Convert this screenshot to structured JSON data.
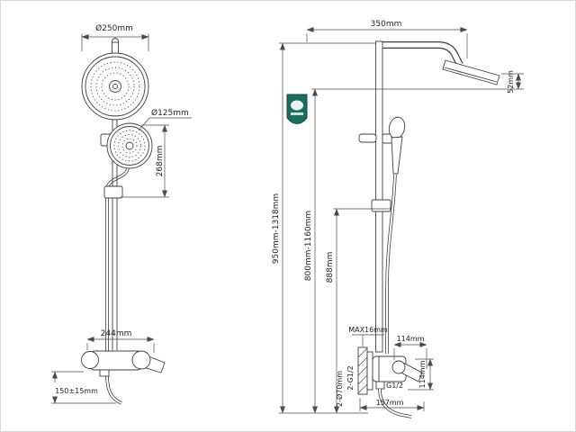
{
  "drawing": {
    "badge_color": "#1e6b60"
  },
  "front_view": {
    "head_diameter": "Ø250mm",
    "hand_shower_diameter": "Ø125mm",
    "hand_shower_drop": "268mm",
    "mixer_width": "244mm",
    "connection_spacing": "150±15mm"
  },
  "side_view": {
    "arm_length": "350mm",
    "head_height": "52mm",
    "overall_height": "950mm-1318mm",
    "riser_height": "800mm-1160mm",
    "fixed_pipe_height": "888mm",
    "max_wall": "MAX16mm",
    "valve_width": "114mm",
    "valve_height": "114mm",
    "outlet_thread": "G1/2",
    "inlet_threads": "2-G1/2",
    "escutcheon_diameter": "2-Ø70mm",
    "valve_depth": "157mm"
  }
}
